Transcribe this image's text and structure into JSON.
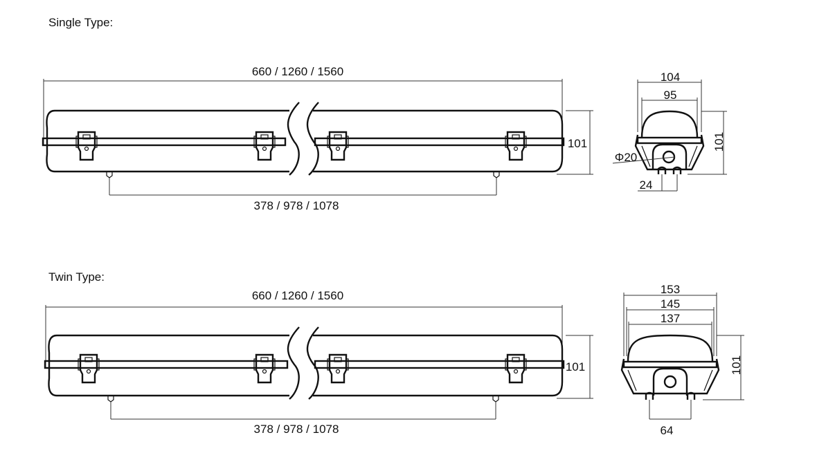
{
  "single": {
    "title": "Single Type:",
    "overall_length": "660 / 1260 / 1560",
    "mount_distance": "378 / 978 / 1078",
    "height": "101",
    "end_view": {
      "outer_width": "104",
      "inner_width": "95",
      "height": "101",
      "cable_entry": "Φ20",
      "foot_spacing": "24"
    }
  },
  "twin": {
    "title": "Twin Type:",
    "overall_length": "660  / 1260 / 1560",
    "mount_distance": "378 / 978 / 1078",
    "height": "101",
    "end_view": {
      "outer_width": "153",
      "mid_width": "145",
      "inner_width": "137",
      "height": "101",
      "foot_spacing": "64"
    }
  }
}
